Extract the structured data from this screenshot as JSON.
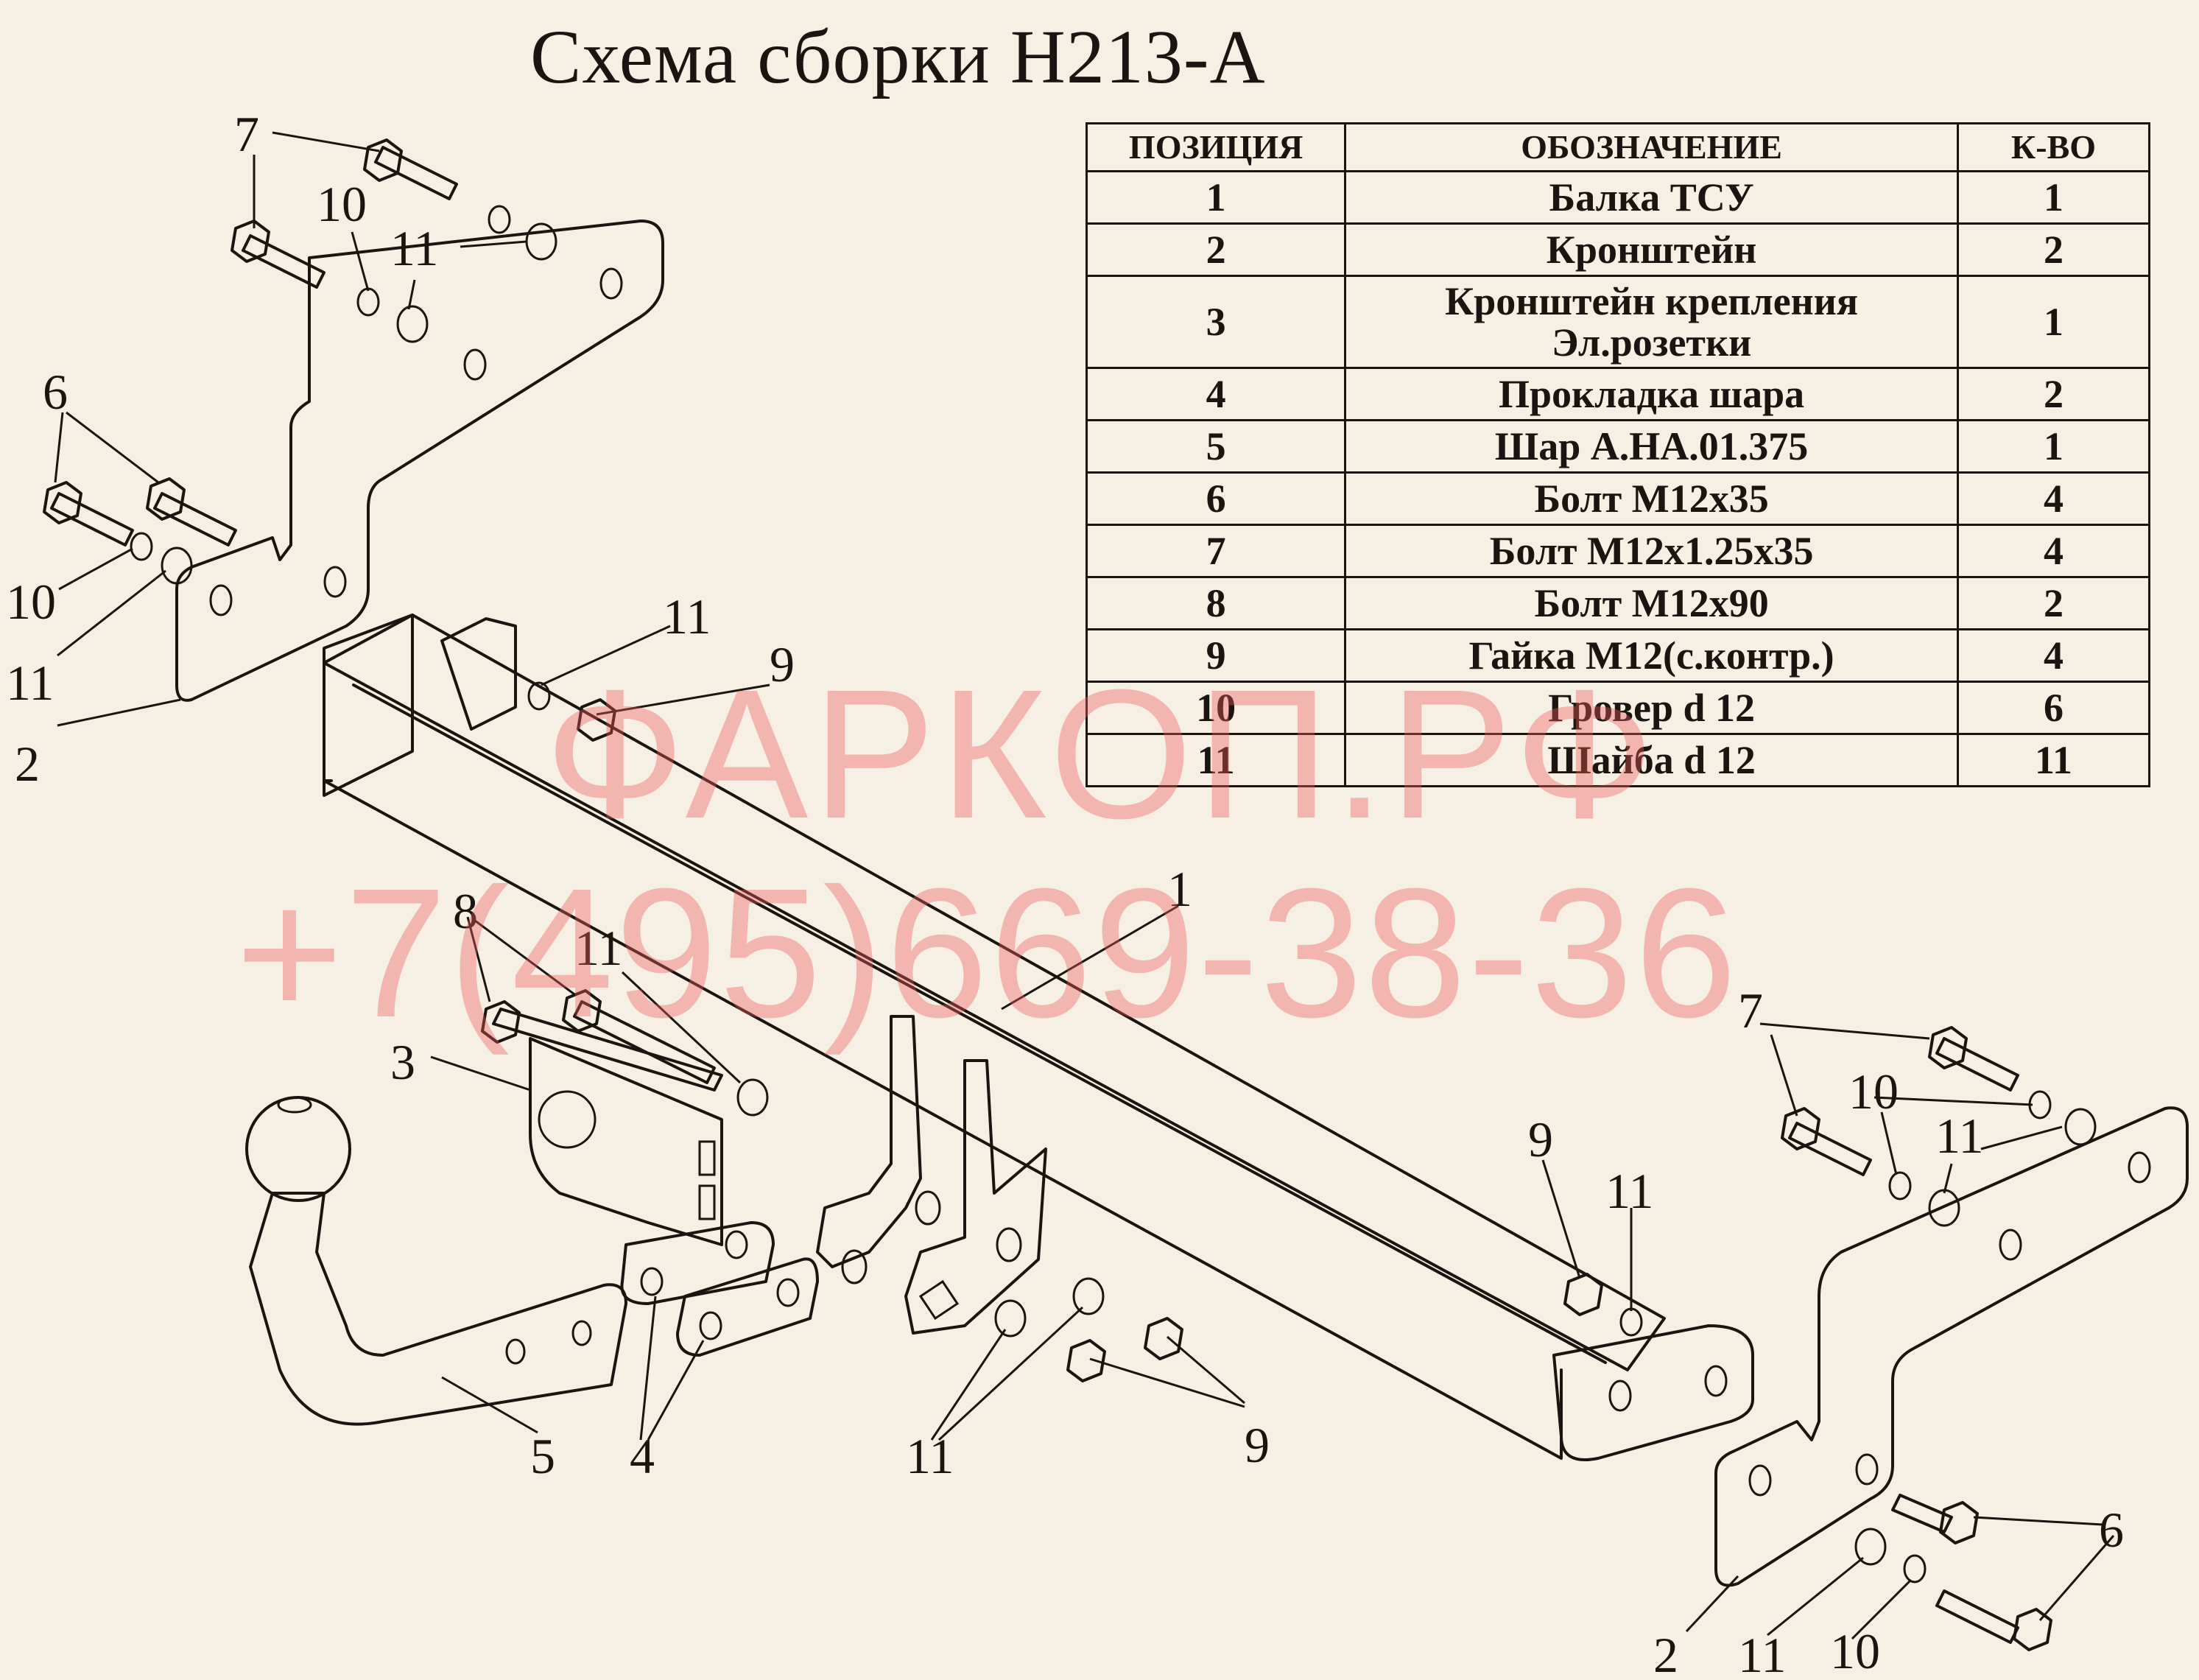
{
  "title": "Схема сборки Н213-А",
  "table": {
    "headers": [
      "ПОЗИЦИЯ",
      "ОБОЗНАЧЕНИЕ",
      "К-ВО"
    ],
    "rows": [
      {
        "pos": "1",
        "name": "Балка ТСУ",
        "qty": "1"
      },
      {
        "pos": "2",
        "name": "Кронштейн",
        "qty": "2"
      },
      {
        "pos": "3",
        "name": "Кронштейн крепления\nЭл.розетки",
        "qty": "1"
      },
      {
        "pos": "4",
        "name": "Прокладка шара",
        "qty": "2"
      },
      {
        "pos": "5",
        "name": "Шар А.НА.01.375",
        "qty": "1"
      },
      {
        "pos": "6",
        "name": "Болт М12х35",
        "qty": "4"
      },
      {
        "pos": "7",
        "name": "Болт М12х1.25х35",
        "qty": "4"
      },
      {
        "pos": "8",
        "name": "Болт М12х90",
        "qty": "2"
      },
      {
        "pos": "9",
        "name": "Гайка М12(с.контр.)",
        "qty": "4"
      },
      {
        "pos": "10",
        "name": "Гровер d 12",
        "qty": "6"
      },
      {
        "pos": "11",
        "name": "Шайба d 12",
        "qty": "11"
      }
    ]
  },
  "watermark": {
    "site": "ФАРКОП.РФ",
    "phone": "+7(495)669-38-36"
  },
  "callouts": [
    "7",
    "10",
    "11",
    "6",
    "10",
    "11",
    "2",
    "11",
    "9",
    "1",
    "8",
    "11",
    "3",
    "5",
    "4",
    "11",
    "9",
    "9",
    "11",
    "7",
    "10",
    "11",
    "6",
    "2",
    "11",
    "10"
  ],
  "colors": {
    "background": "#f6f0e4",
    "ink": "#1a1510",
    "watermark": "#f05a5a"
  }
}
